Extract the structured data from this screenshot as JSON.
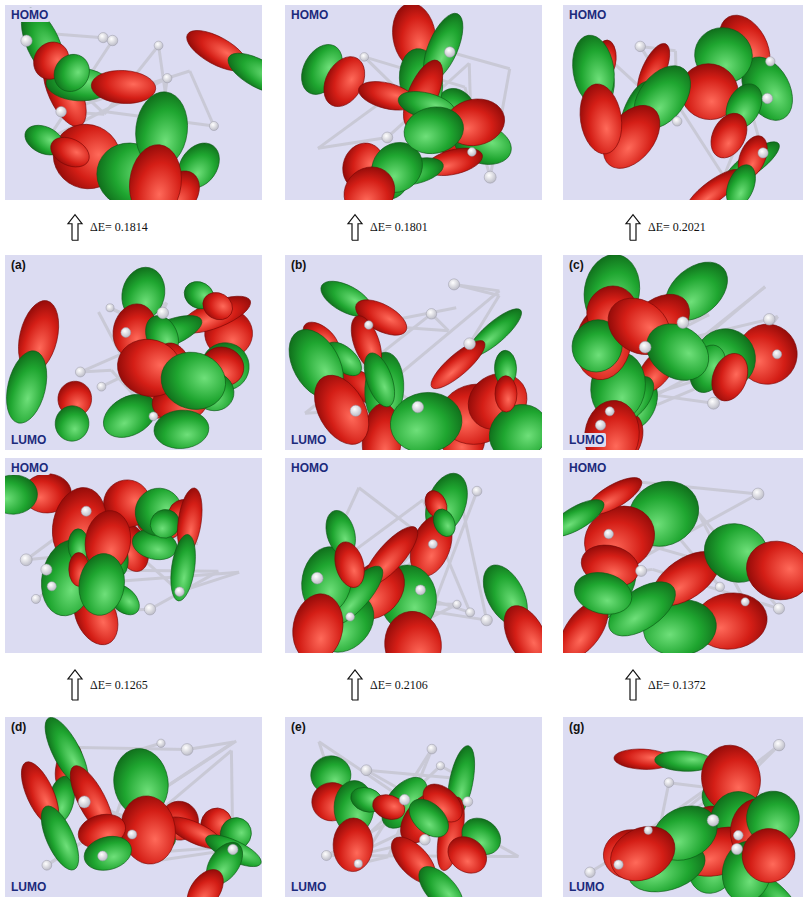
{
  "diagram": {
    "nodes": [
      {
        "text": [
          "HOMO"
        ]
      },
      {
        "text": [
          "HOMO"
        ]
      },
      {
        "text": [
          "HOMO"
        ]
      },
      {
        "text": [
          "(a)",
          "LUMO"
        ]
      },
      {
        "text": [
          "(b)",
          "LUMO"
        ]
      },
      {
        "text": [
          "(c)",
          "LUMO"
        ]
      },
      {
        "text": [
          "HOMO"
        ]
      },
      {
        "text": [
          "HOMO"
        ]
      },
      {
        "text": [
          "HOMO"
        ]
      },
      {
        "text": [
          "(d)",
          "LUMO"
        ]
      },
      {
        "text": [
          "(e)",
          "LUMO"
        ]
      },
      {
        "text": [
          "(g)",
          "LUMO"
        ]
      }
    ],
    "edges": [
      {
        "from": 3,
        "to": 0,
        "arrow": "to",
        "label": "ΔE= 0.1814"
      },
      {
        "from": 4,
        "to": 1,
        "arrow": "to",
        "label": "ΔE= 0.1801"
      },
      {
        "from": 5,
        "to": 2,
        "arrow": "to",
        "label": "ΔE= 0.2021"
      },
      {
        "from": 9,
        "to": 6,
        "arrow": "to",
        "label": "ΔE= 0.1265"
      },
      {
        "from": 10,
        "to": 7,
        "arrow": "to",
        "label": "ΔE= 0.2106"
      },
      {
        "from": 11,
        "to": 8,
        "arrow": "to",
        "label": "ΔE= 0.1372"
      }
    ]
  }
}
